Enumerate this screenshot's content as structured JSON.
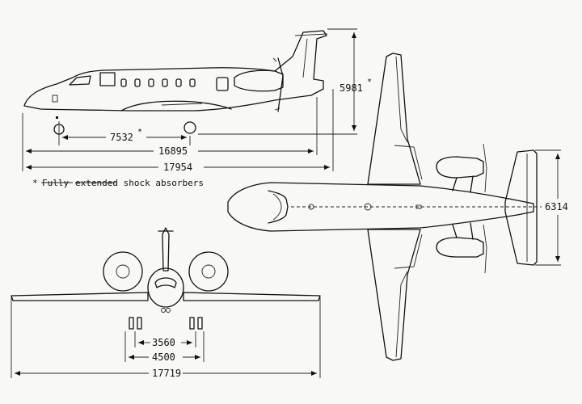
{
  "dimensions": {
    "height": "5981",
    "height_mark": "*",
    "wheelbase": "7532",
    "wheelbase_mark": "*",
    "length_fuselage": "16895",
    "length_overall": "17954",
    "tailplane_span": "6314",
    "main_gear_track": "3560",
    "outer_gear_track": "4500",
    "wingspan": "17719"
  },
  "footnote": {
    "mark": "*",
    "struck_text": "Fully",
    "text": "extended shock absorbers"
  }
}
